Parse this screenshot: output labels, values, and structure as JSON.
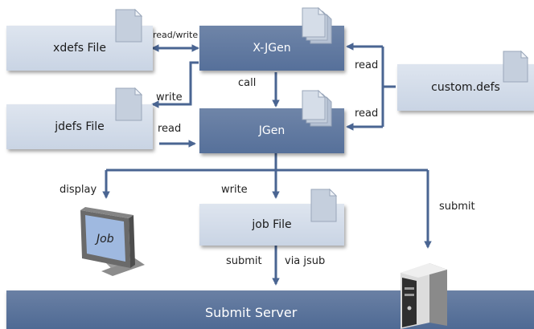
{
  "nodes": {
    "xdefs": "xdefs File",
    "xjgen": "X-JGen",
    "jdefs": "jdefs File",
    "jgen": "JGen",
    "custom": "custom.defs",
    "job_file": "job File",
    "submit_server": "Submit Server",
    "monitor_screen": "Job"
  },
  "edges": {
    "read_write": "read/write",
    "call": "call",
    "write_jdefs": "write",
    "read_jdefs": "read",
    "read_custom_xjgen": "read",
    "read_custom_jgen": "read",
    "display": "display",
    "write_job": "write",
    "submit_server_direct": "submit",
    "submit_job": "submit",
    "via_jsub": "via jsub"
  },
  "colors": {
    "arrow": "#4a6592",
    "light_box": "#d3dce9",
    "dark_box": "#5e779f"
  }
}
